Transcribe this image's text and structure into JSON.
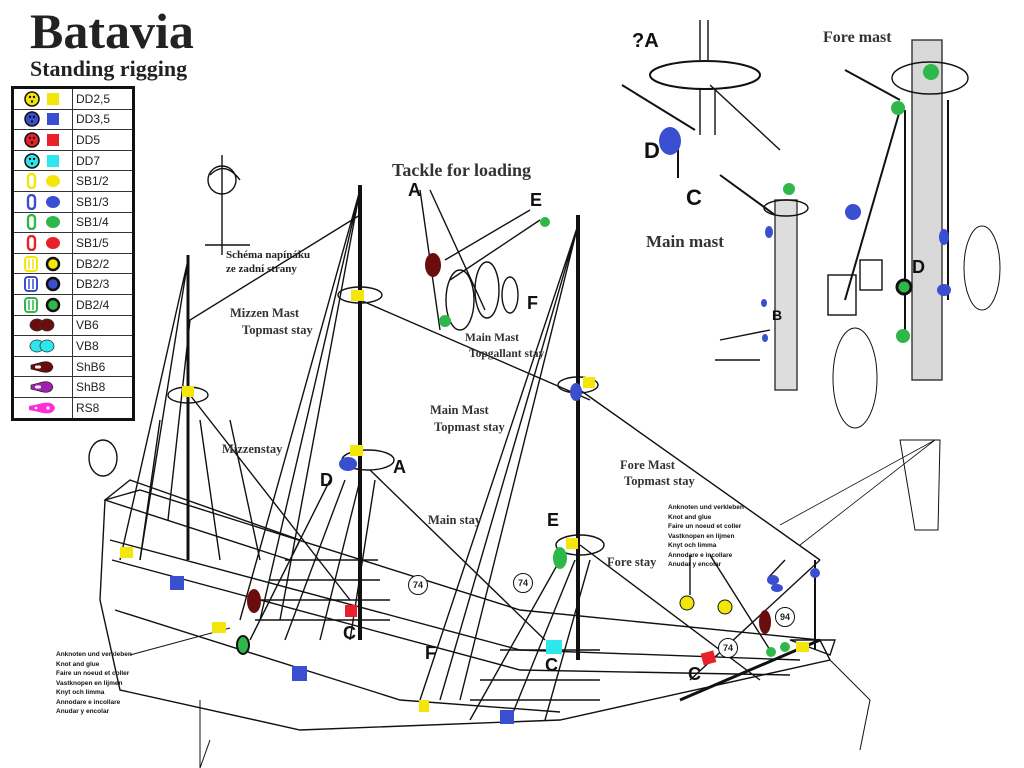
{
  "title": "Batavia",
  "subtitle": "Standing rigging",
  "legend": [
    {
      "code": "DD2,5",
      "symbol": "deadeye-icon",
      "color": "#f5e60a"
    },
    {
      "code": "DD3,5",
      "symbol": "deadeye-icon",
      "color": "#3a4fd0"
    },
    {
      "code": "DD5",
      "symbol": "deadeye-icon",
      "color": "#e8202a"
    },
    {
      "code": "DD7",
      "symbol": "deadeye-icon",
      "color": "#2ee6ee"
    },
    {
      "code": "SB1/2",
      "symbol": "single-block-icon",
      "color": "#f5e60a"
    },
    {
      "code": "SB1/3",
      "symbol": "single-block-icon",
      "color": "#3a4fd0"
    },
    {
      "code": "SB1/4",
      "symbol": "single-block-icon",
      "color": "#2fb84a"
    },
    {
      "code": "SB1/5",
      "symbol": "single-block-icon",
      "color": "#e8202a"
    },
    {
      "code": "DB2/2",
      "symbol": "double-block-icon",
      "color": "#f5e60a"
    },
    {
      "code": "DB2/3",
      "symbol": "double-block-icon",
      "color": "#3a4fd0"
    },
    {
      "code": "DB2/4",
      "symbol": "double-block-icon",
      "color": "#2fb84a"
    },
    {
      "code": "VB6",
      "symbol": "violin-block-icon",
      "color": "#6b0d0d"
    },
    {
      "code": "VB8",
      "symbol": "violin-block-icon",
      "color": "#2ee6ee"
    },
    {
      "code": "ShB6",
      "symbol": "shoulder-block-icon",
      "color": "#6b0d0d"
    },
    {
      "code": "ShB8",
      "symbol": "shoulder-block-icon",
      "color": "#a020b0"
    },
    {
      "code": "RS8",
      "symbol": "racing-sheave-icon",
      "color": "#ff2fd8"
    }
  ],
  "labels": {
    "schema_line1": "Schéma napínáku",
    "schema_line2": "ze zadní strany",
    "tackle": "Tackle for loading",
    "mizzen_topmast_1": "Mizzen Mast",
    "mizzen_topmast_2": "Topmast stay",
    "main_topgallant_1": "Main Mast",
    "main_topgallant_2": "Topgallant stay",
    "main_topmast_1": "Main Mast",
    "main_topmast_2": "Topmast stay",
    "mizzenstay": "Mizzenstay",
    "main_stay": "Main stay",
    "fore_topmast_1": "Fore Mast",
    "fore_topmast_2": "Topmast stay",
    "fore_stay": "Fore stay",
    "main_mast": "Main mast",
    "fore_mast": "Fore mast",
    "detail_a": "?A"
  },
  "letters": {
    "A_tackle": "A",
    "E_tackle": "E",
    "F_tackle": "F",
    "D_main": "D",
    "A_main": "A",
    "E_fore": "E",
    "C_mizzen": "C",
    "C_main": "C",
    "C_fore": "C",
    "F_deck": "F",
    "D_detail": "D",
    "C_detail": "C",
    "B_detail": "B",
    "D_fore": "D"
  },
  "callouts": {
    "n74a": "74",
    "n74b": "74",
    "n74c": "74",
    "n94": "94"
  },
  "note_lines": [
    "Anknoten und verkleben",
    "Knot and glue",
    "Faire un noeud et coller",
    "Vastknopen en lijmen",
    "Knyt och limma",
    "Annodare e incollare",
    "Anudar y encolar"
  ]
}
